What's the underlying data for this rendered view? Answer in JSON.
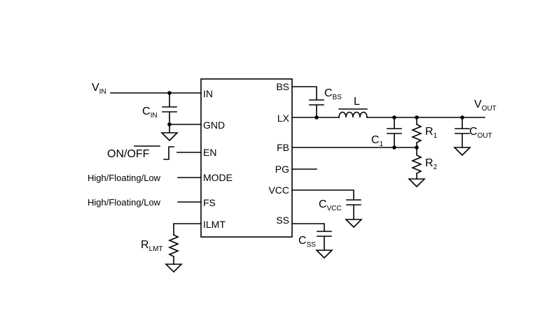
{
  "ic": {
    "pins_left": {
      "in": "IN",
      "gnd": "GND",
      "en": "EN",
      "mode": "MODE",
      "fs": "FS",
      "ilmt": "ILMT"
    },
    "pins_right": {
      "bs": "BS",
      "lx": "LX",
      "fb": "FB",
      "pg": "PG",
      "vcc": "VCC",
      "ss": "SS"
    }
  },
  "labels": {
    "vin": {
      "main": "V",
      "sub": "IN"
    },
    "cin": {
      "main": "C",
      "sub": "IN"
    },
    "cbs": {
      "main": "C",
      "sub": "BS"
    },
    "inductor": "L",
    "vout": {
      "main": "V",
      "sub": "OUT"
    },
    "c1": {
      "main": "C",
      "sub": "1"
    },
    "r1": {
      "main": "R",
      "sub": "1"
    },
    "cout": {
      "main": "C",
      "sub": "OUT"
    },
    "r2": {
      "main": "R",
      "sub": "2"
    },
    "en_input": {
      "on": "ON/",
      "off": "OFF"
    },
    "mode_input": "High/Floating/Low",
    "fs_input": "High/Floating/Low",
    "cvcc": {
      "main": "C",
      "sub": "VCC"
    },
    "css": {
      "main": "C",
      "sub": "SS"
    },
    "rlmt": {
      "main": "R",
      "sub": "LMT"
    }
  }
}
